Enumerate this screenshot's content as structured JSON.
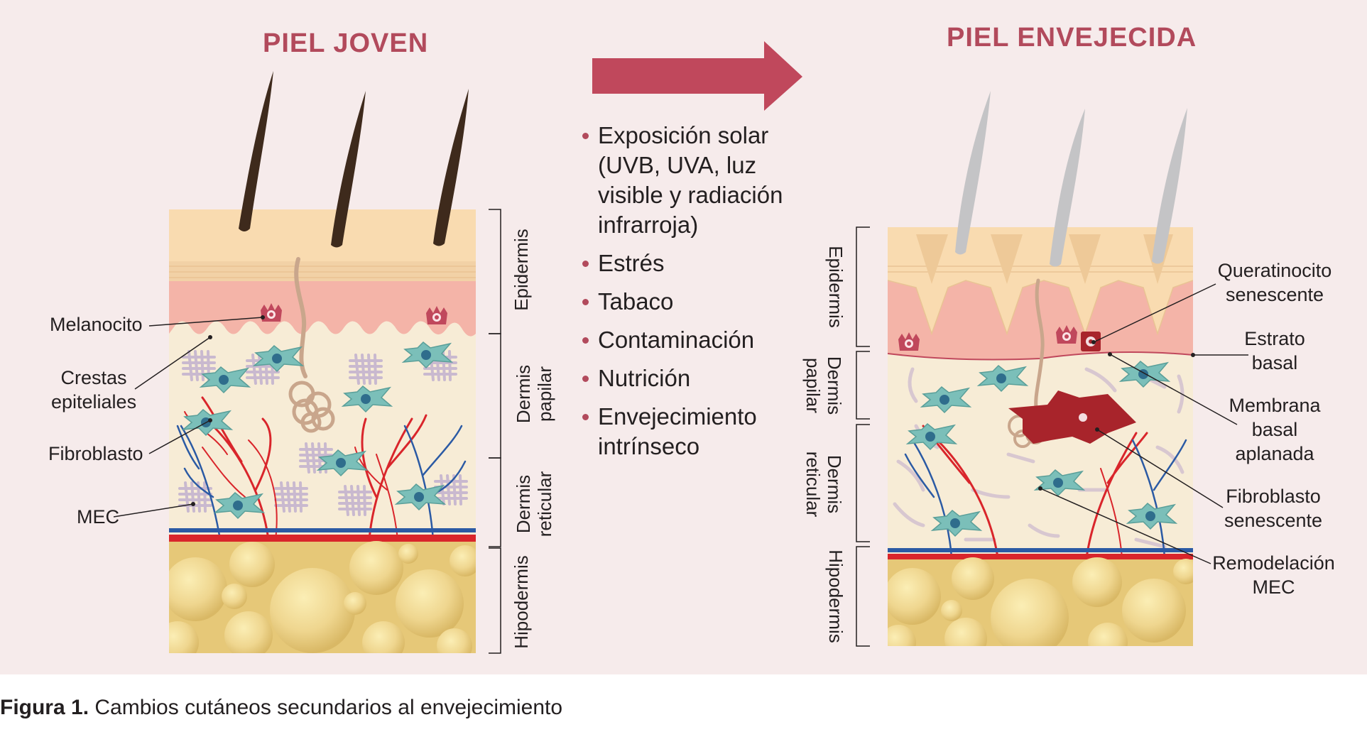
{
  "titles": {
    "young": "PIEL JOVEN",
    "aged": "PIEL ENVEJECIDA"
  },
  "factors": [
    "Exposición solar (UVB, UVA, luz visible y radiación infrarroja)",
    "Estrés",
    "Tabaco",
    "Contaminación",
    "Nutrición",
    "Envejecimiento intrínseco"
  ],
  "left_labels": {
    "melanocito": "Melanocito",
    "crestas_1": "Crestas",
    "crestas_2": "epiteliales",
    "fibroblasto": "Fibroblasto",
    "mec": "MEC"
  },
  "layers": {
    "epidermis": "Epidermis",
    "dermis_papilar_1": "Dermis",
    "dermis_papilar_2": "papilar",
    "dermis_reticular_1": "Dermis",
    "dermis_reticular_2": "reticular",
    "hipodermis": "Hipodermis"
  },
  "right_labels": {
    "queratinocito_1": "Queratinocito",
    "queratinocito_2": "senescente",
    "estrato_1": "Estrato",
    "estrato_2": "basal",
    "membrana_1": "Membrana",
    "membrana_2": "basal",
    "membrana_3": "aplanada",
    "fibroblasto_sen_1": "Fibroblasto",
    "fibroblasto_sen_2": "senescente",
    "remodelacion_1": "Remodelación",
    "remodelacion_2": "MEC"
  },
  "caption": {
    "prefix": "Figura 1.",
    "text": " Cambios cutáneos secundarios al envejecimiento"
  },
  "colors": {
    "accent": "#b24a5c",
    "arrow": "#c0485c",
    "epidermis": "#f9dbb0",
    "basal_layer": "#f4b4a8",
    "dermis": "#f7ecd6",
    "fat": "#e8cf86",
    "artery": "#d9252b",
    "vein": "#2b5aa4",
    "fibroblast": "#74b9b4",
    "senescent_fibroblast": "#a8242b"
  }
}
